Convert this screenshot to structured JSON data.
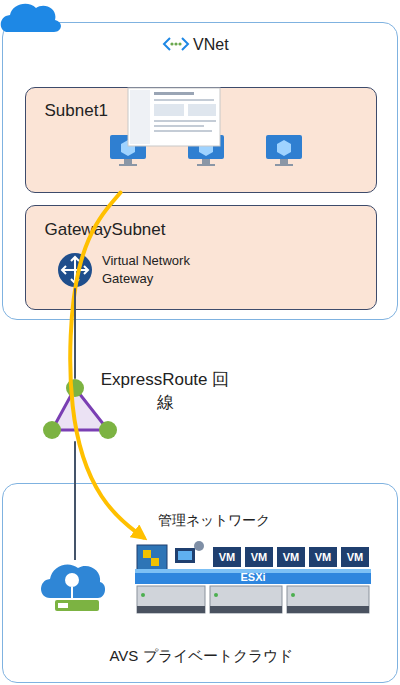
{
  "diagram": {
    "nodes": [
      {
        "text": [
          "VNet"
        ]
      },
      {
        "text": [
          "Subnet1"
        ],
        "in": 0
      },
      {
        "text": [
          "GatewaySubnet"
        ],
        "in": 0
      },
      {
        "text": [
          "Virtual Network Gateway"
        ],
        "in": 2
      },
      {
        "text": [
          "ExpressRoute 回線"
        ]
      },
      {
        "text": [
          "AVS プライベートクラウド"
        ]
      },
      {
        "text": [
          "管理ネットワーク"
        ],
        "in": 5
      }
    ],
    "edges": [
      {
        "from": 1,
        "to": 6,
        "arrow": "to"
      },
      {
        "from": 3,
        "to": 4,
        "arrow": "none"
      },
      {
        "from": 4,
        "to": 5,
        "arrow": "none"
      }
    ],
    "labels": [
      "VM",
      "VM",
      "VM",
      "VM",
      "VM",
      "ESXi"
    ]
  }
}
